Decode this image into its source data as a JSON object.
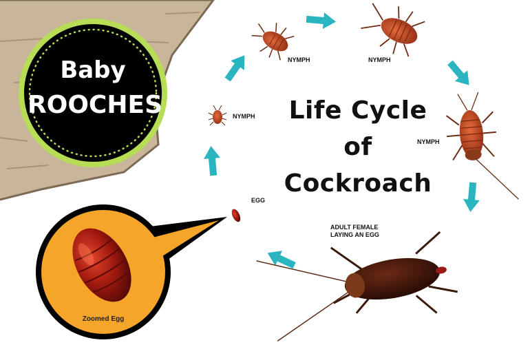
{
  "badge": {
    "line1": "Baby",
    "line2": "ROOCHES"
  },
  "title": {
    "line1": "Life Cycle",
    "line2": "of",
    "line3": "Cockroach"
  },
  "stages": {
    "nymph_top_left": "NYMPH",
    "nymph_top_right": "NYMPH",
    "nymph_left": "NYMPH",
    "nymph_right": "NYMPH",
    "egg": "EGG",
    "adult_line1": "ADULT FEMALE",
    "adult_line2": "LAYING AN EGG"
  },
  "zoom": {
    "label": "Zoomed Egg"
  },
  "colors": {
    "arrow": "#2bb5c1",
    "badge_ring": "#b6dd55",
    "badge_fill": "#000000",
    "bubble_fill": "#f5a52a",
    "wall": "#c9b59a",
    "egg": "#9b1a15"
  }
}
